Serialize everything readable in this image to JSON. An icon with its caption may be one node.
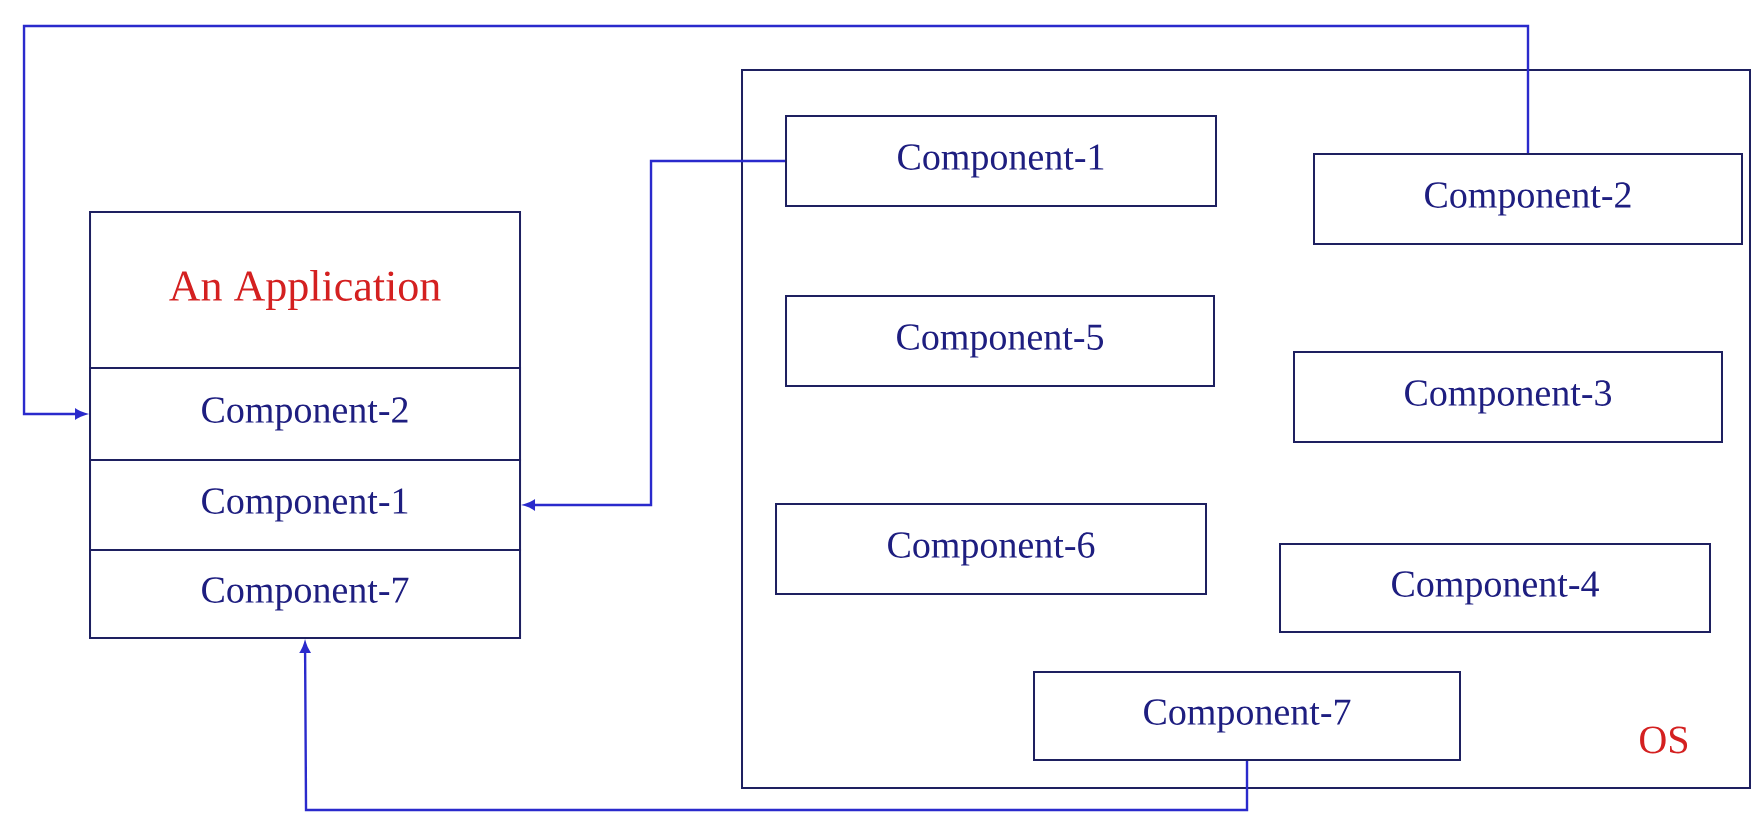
{
  "diagram": {
    "nodes": [
      {
        "text": [
          "An Application"
        ]
      },
      {
        "text": [
          "Component-2"
        ],
        "in": 0
      },
      {
        "text": [
          "Component-1"
        ],
        "in": 0
      },
      {
        "text": [
          "Component-7"
        ],
        "in": 0
      },
      {
        "text": [
          "OS"
        ]
      },
      {
        "text": [
          "Component-1"
        ],
        "in": 4
      },
      {
        "text": [
          "Component-2"
        ],
        "in": 4
      },
      {
        "text": [
          "Component-5"
        ],
        "in": 4
      },
      {
        "text": [
          "Component-3"
        ],
        "in": 4
      },
      {
        "text": [
          "Component-6"
        ],
        "in": 4
      },
      {
        "text": [
          "Component-4"
        ],
        "in": 4
      },
      {
        "text": [
          "Component-7"
        ],
        "in": 4
      }
    ],
    "edges": [
      {
        "from": 6,
        "to": 1,
        "arrow": "to"
      },
      {
        "from": 5,
        "to": 2,
        "arrow": "to"
      },
      {
        "from": 11,
        "to": 3,
        "arrow": "to"
      }
    ]
  }
}
